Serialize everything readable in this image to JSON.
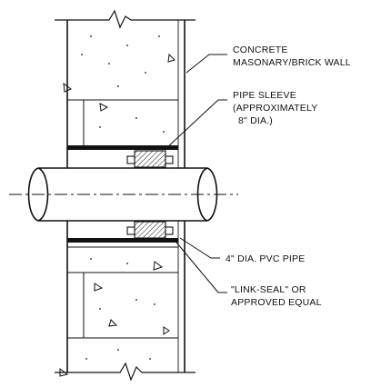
{
  "labels": {
    "wall": [
      "CONCRETE",
      "MASONARY/BRICK WALL"
    ],
    "sleeve": [
      "PIPE SLEEVE",
      "(APPROXIMATELY",
      "8\" DIA.)"
    ],
    "pipe": [
      "4\" DIA. PVC PIPE"
    ],
    "seal": [
      "\"LINK-SEAL\" OR",
      "APPROVED EQUAL"
    ]
  },
  "colors": {
    "line": "#111111",
    "paper": "#ffffff"
  }
}
